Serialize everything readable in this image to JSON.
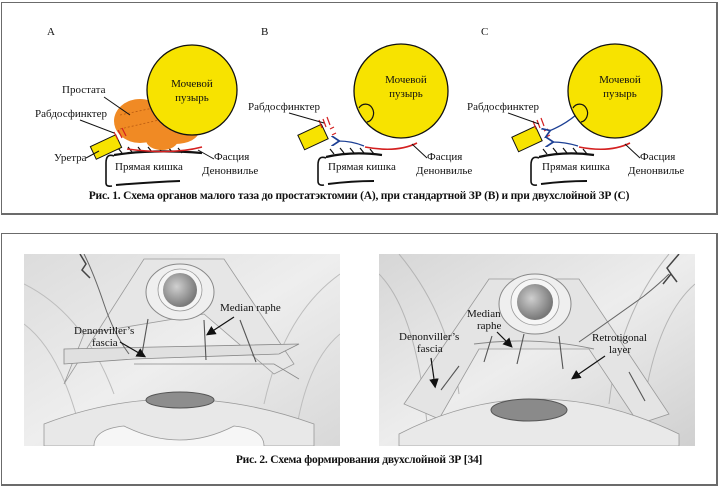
{
  "figure1": {
    "panels": [
      {
        "letter": "A",
        "bladder_label_line1": "Мочевой",
        "bladder_label_line2": "пузырь",
        "prostate_label": "Простата",
        "rhabdosphincter_label": "Рабдосфинктер",
        "urethra_label": "Уретра",
        "rectum_label": "Прямая кишка",
        "fascia_label_line1": "Фасция",
        "fascia_label_line2": "Денонвилье"
      },
      {
        "letter": "B",
        "bladder_label_line1": "Мочевой",
        "bladder_label_line2": "пузырь",
        "rhabdosphincter_label": "Рабдосфинктер",
        "rectum_label": "Прямая кишка",
        "fascia_label_line1": "Фасция",
        "fascia_label_line2": "Денонвилье"
      },
      {
        "letter": "C",
        "bladder_label_line1": "Мочевой",
        "bladder_label_line2": "пузырь",
        "rhabdosphincter_label": "Рабдосфинктер",
        "rectum_label": "Прямая кишка",
        "fascia_label_line1": "Фасция",
        "fascia_label_line2": "Денонвилье"
      }
    ],
    "caption": "Рис. 1. Схема органов малого таза до простатэктомии (А), при стандартной ЗР (В) и при двухслойной ЗР (С)",
    "colors": {
      "bladder": "#f7e300",
      "prostate": "#f08a24",
      "fascia": "#d42020",
      "arrow": "#1c3f94",
      "frame": "#6b6b6b"
    }
  },
  "figure2": {
    "left_drawing": {
      "median_raphe_label": "Median raphe",
      "denonvilliers_label_line1": "Denonviller’s",
      "denonvilliers_label_line2": "fascia"
    },
    "right_drawing": {
      "median_raphe_label_line1": "Median",
      "median_raphe_label_line2": "raphe",
      "denonvilliers_label_line1": "Denonviller’s",
      "denonvilliers_label_line2": "fascia",
      "retrotrigonal_label_line1": "Retrotigonal",
      "retrotrigonal_label_line2": "layer"
    },
    "caption": "Рис. 2. Схема формирования двухслойной ЗР [34]"
  }
}
